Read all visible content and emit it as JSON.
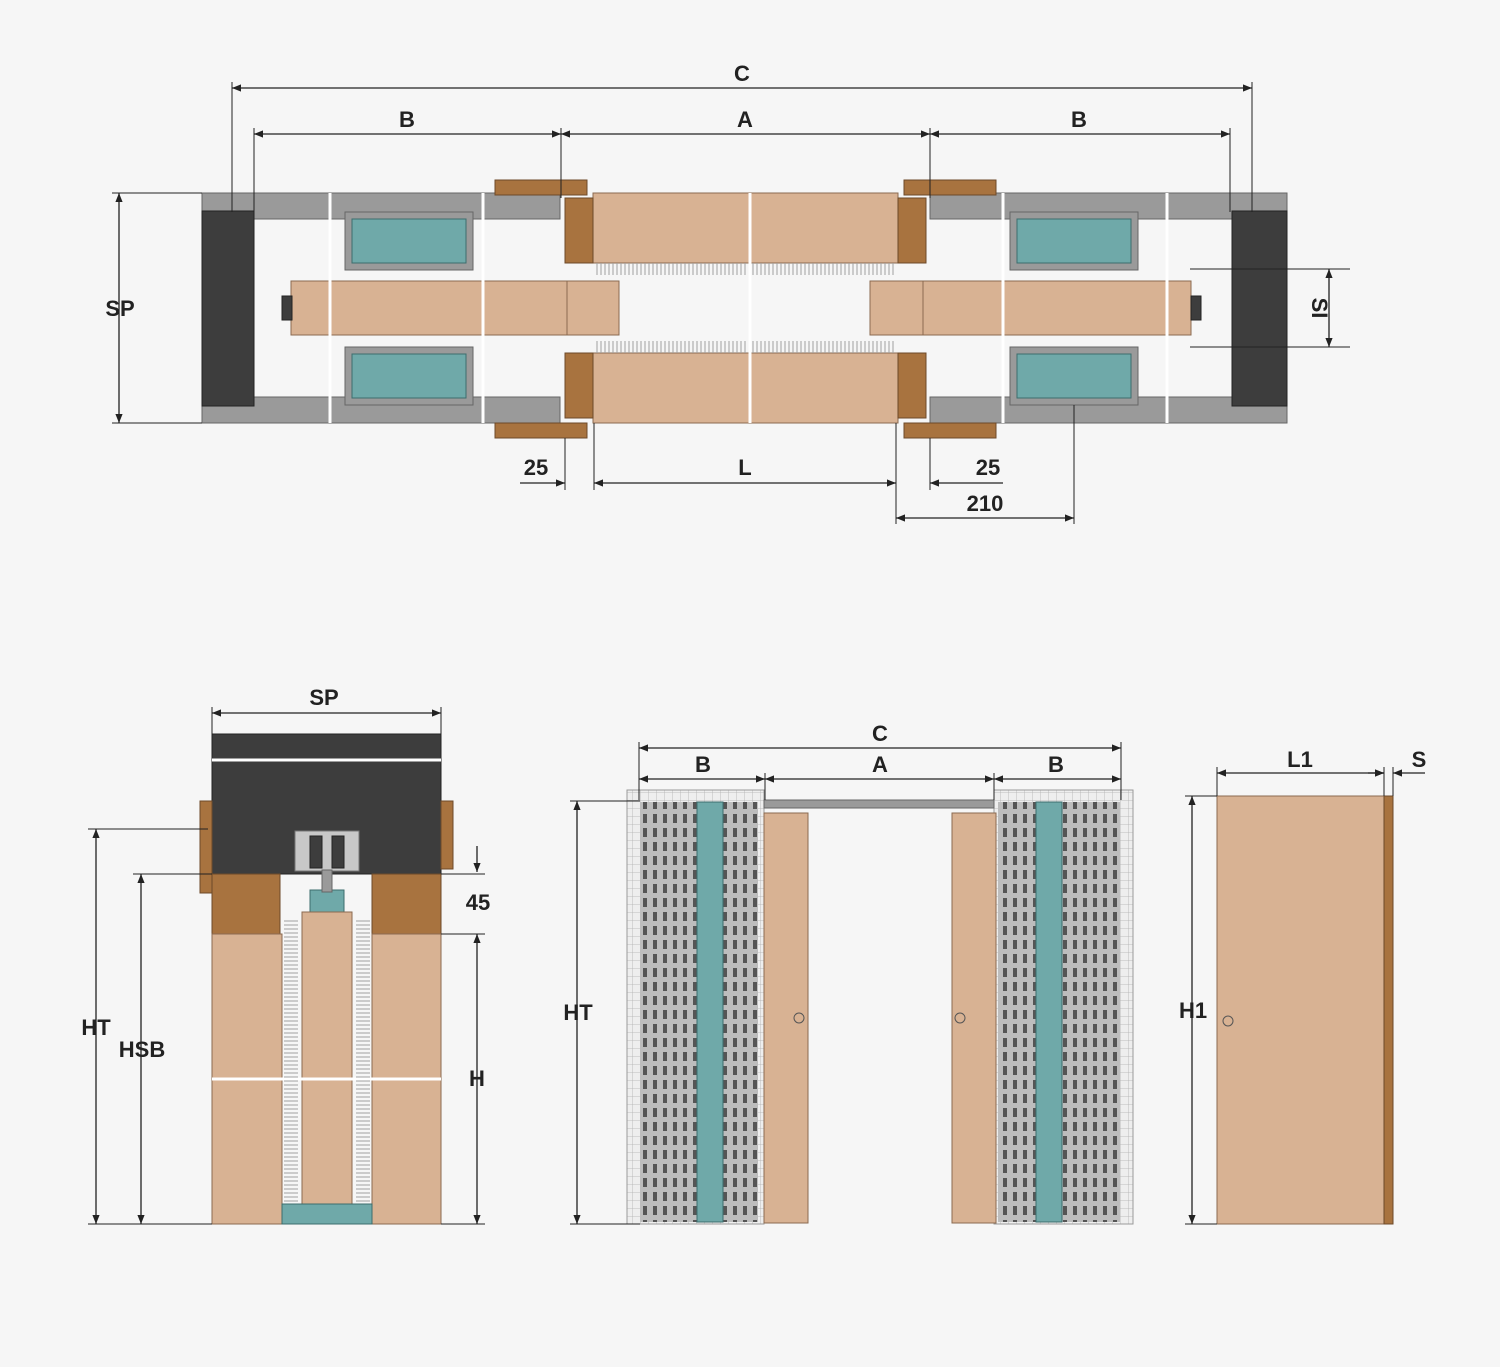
{
  "colors": {
    "background": "#f6f6f6",
    "door_wood": "#d8b293",
    "frame_wood": "#a8733f",
    "metal": "#9a9a9a",
    "wall_dark": "#3d3d3d",
    "glass_teal": "#6fa9a9"
  },
  "plan_view": {
    "labels": {
      "C": "C",
      "B_left": "B",
      "A": "A",
      "B_right": "B",
      "SP": "SP",
      "SI": "SI",
      "L": "L",
      "d25_left": "25",
      "d25_right": "25",
      "d210": "210"
    }
  },
  "section_view": {
    "labels": {
      "SP": "SP",
      "HT": "HT",
      "HSB": "HSB",
      "d45": "45",
      "H": "H"
    }
  },
  "front_view": {
    "labels": {
      "C": "C",
      "B_left": "B",
      "A": "A",
      "B_right": "B",
      "HT": "HT"
    }
  },
  "door_view": {
    "labels": {
      "L1": "L1",
      "S": "S",
      "H1": "H1"
    }
  }
}
